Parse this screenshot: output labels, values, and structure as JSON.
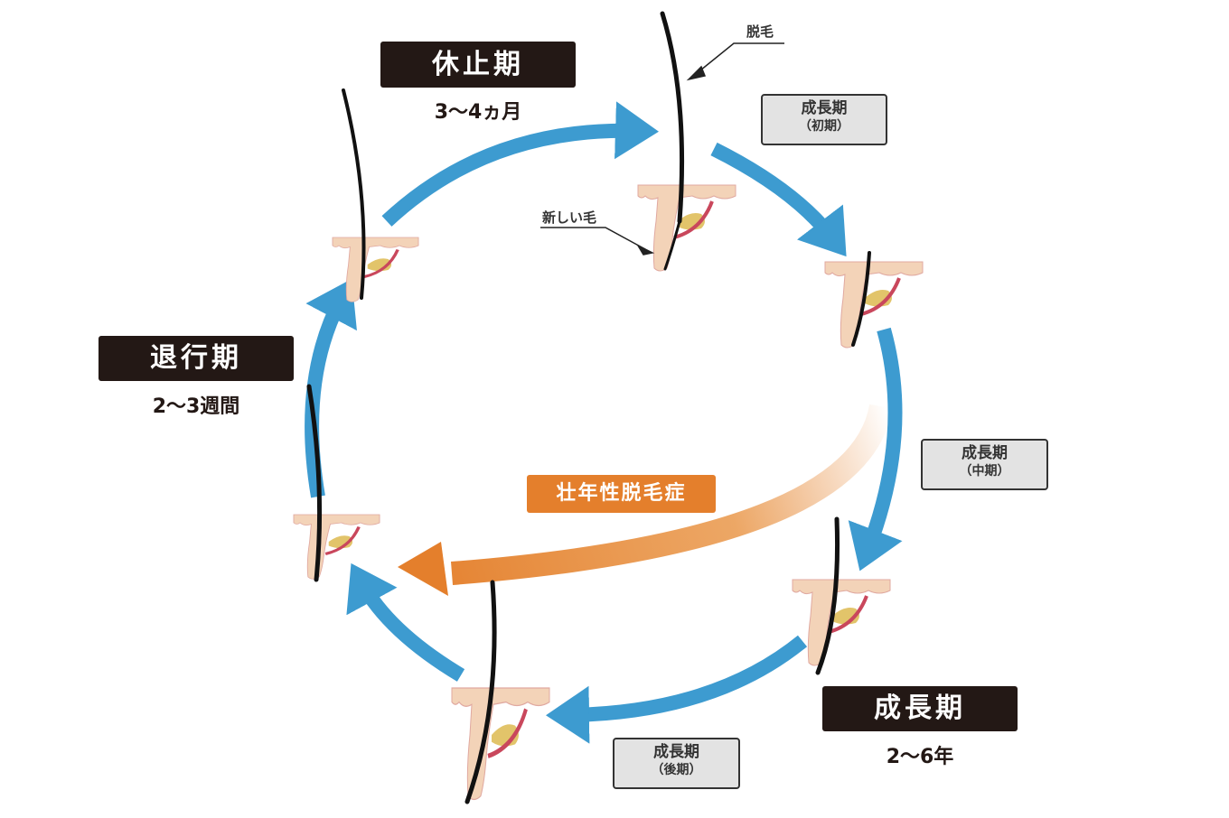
{
  "phases": {
    "telogen": {
      "label": "休止期",
      "duration": "3〜4ヵ月"
    },
    "catagen": {
      "label": "退行期",
      "duration": "2〜3週間"
    },
    "anagen": {
      "label": "成長期",
      "duration": "2〜6年"
    }
  },
  "sub_stages": {
    "early": {
      "label": "成長期",
      "sub": "（初期）"
    },
    "middle": {
      "label": "成長期",
      "sub": "（中期）"
    },
    "late": {
      "label": "成長期",
      "sub": "（後期）"
    }
  },
  "notes": {
    "shedding": "脱毛",
    "new_hair": "新しい毛"
  },
  "aga_label": "壮年性脱毛症",
  "colors": {
    "arrow": "#3d9bd0",
    "aga": "#e47f2c",
    "label_bg": "#231815",
    "skin": "#f3d3b8",
    "gland": "#e2c46a",
    "muscle": "#c9475c"
  }
}
